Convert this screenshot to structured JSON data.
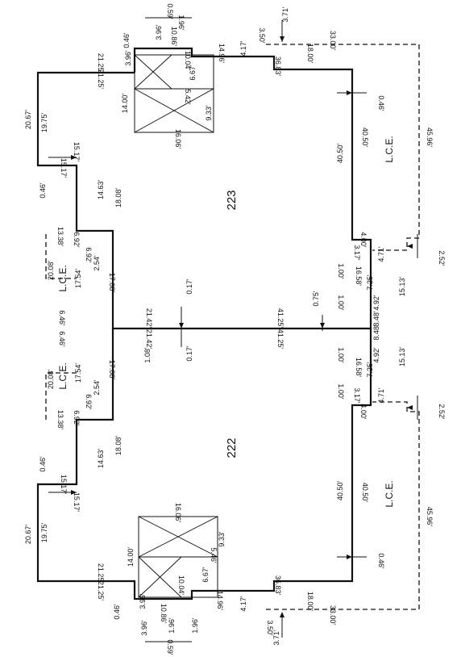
{
  "rooms": {
    "upper": "223",
    "lower": "222"
  },
  "lce_label": "L.C.E.",
  "dims": {
    "d_0_59_a": "0.59'",
    "d_3_96_a": "3.96'",
    "d_1_96_a": "1.96'",
    "d_10_86_a": "10.86'",
    "d_10_04_a": "10.04'",
    "d_3_96_b": "3.96'",
    "d_0_46_a": "0.46'",
    "d_21_25_a": "21.25'",
    "d_21_25_b": "21.25'",
    "d_14_00_a": "14.00'",
    "d_5_42": "5.42'",
    "d_9_33_a": "9.33'",
    "d_16_06_a": "16.06'",
    "d_6_67_a": "6.67'",
    "d_14_96_a": "14.96'",
    "d_4_17_a": "4.17'",
    "d_3_50_a": "3.50'",
    "d_3_71_a": "3.71'",
    "d_33_00_a": "33.00'",
    "d_18_00_a": "18.00'",
    "d_36_83_a": "36.83'",
    "d_20_67_a": "20.67'",
    "d_19_75_a": "19.75'",
    "d_15_17_a": "15.17'",
    "d_15_17_b": "15.17'",
    "d_0_46_b": "0.46'",
    "d_14_63_a": "14.63'",
    "d_18_08_a": "18.08'",
    "d_13_38_a": "13.38'",
    "d_6_92_a": "6.92'",
    "d_6_92_b": "6.92'",
    "d_20_08_a": "20.08'",
    "d_17_54_a": "17.54'",
    "d_17_08_a": "17.08'",
    "d_2_54_a": "2.54'",
    "d_6_46_a": "6.46'",
    "d_6_46_b": "6.46'",
    "d_21_42_a": "21.42'",
    "d_21_42_b": "21.42'",
    "d_0_17_a": "0.17'",
    "d_0_17_b": "0.17'",
    "d_41_25_a": "41.25'",
    "d_41_25_b": "41.25'",
    "d_0_75": "0.75'",
    "d_1_08": "1.08'",
    "d_0_46_c": "0.46'",
    "d_40_50_a": "40.50'",
    "d_40_50_b": "40.50'",
    "d_45_96_a": "45.96'",
    "d_4_00_a": "4.00'",
    "d_3_17_a": "3.17'",
    "d_4_71_a": "4.71'",
    "d_2_52_a": "2.52'",
    "d_1_00_a": "1.00'",
    "d_16_58_a": "16.58'",
    "d_7_25_a": "7.25'",
    "d_1_00_b": "1.00'",
    "d_15_13_a": "15.13'",
    "d_4_92_a": "4.92'",
    "d_8_48_a": "8.48'",
    "d_8_48_b": "8.48'",
    "d_4_92_b": "4.92'",
    "d_15_13_b": "15.13'",
    "d_1_00_c": "1.00'",
    "d_16_58_b": "16.58'",
    "d_7_25_b": "7.25'",
    "d_1_00_d": "1.00'",
    "d_3_17_b": "3.17'",
    "d_4_71_b": "4.71'",
    "d_4_00_b": "4.00'",
    "d_2_52_b": "2.52'",
    "d_45_96_b": "45.96'",
    "d_40_50_c": "40.50'",
    "d_40_50_d": "40.50'",
    "d_0_46_d": "0.46'",
    "d_0_46_e": "0.46'",
    "d_15_17_c": "15.17'",
    "d_15_17_d": "15.17'",
    "d_14_63_b": "14.63'",
    "d_18_08_b": "18.08'",
    "d_13_38_b": "13.38'",
    "d_6_92_c": "6.92'",
    "d_6_92_d": "6.92'",
    "d_20_08_b": "20.08'",
    "d_17_54_b": "17.54'",
    "d_17_08_b": "17.08'",
    "d_2_54_b": "2.54'",
    "d_20_67_b": "20.67'",
    "d_19_75_b": "19.75'",
    "d_21_25_c": "21.25'",
    "d_21_25_d": "21.25'",
    "d_0_46_f": "0.46'",
    "d_16_06_b": "16.06'",
    "d_14_00_b": "14.00'",
    "d_9_33_b": "9.33'",
    "d_5_46": "5.46'",
    "d_6_67_b": "6.67'",
    "d_36_83_b": "36.83'",
    "d_10_04_b": "10.04'",
    "d_10_86_b": "10.86'",
    "d_3_96_c": "3.96'",
    "d_3_96_d": "3.96'",
    "d_1_96_b": "1.96'",
    "d_1_96_c": "1.96'",
    "d_0_59_b": "0.59'",
    "d_14_96_b": "14.96'",
    "d_4_17_b": "4.17'",
    "d_18_00_b": "18.00'",
    "d_33_00_b": "33.00'",
    "d_3_50_b": "3.50'",
    "d_3_71_b": "3.71'"
  }
}
